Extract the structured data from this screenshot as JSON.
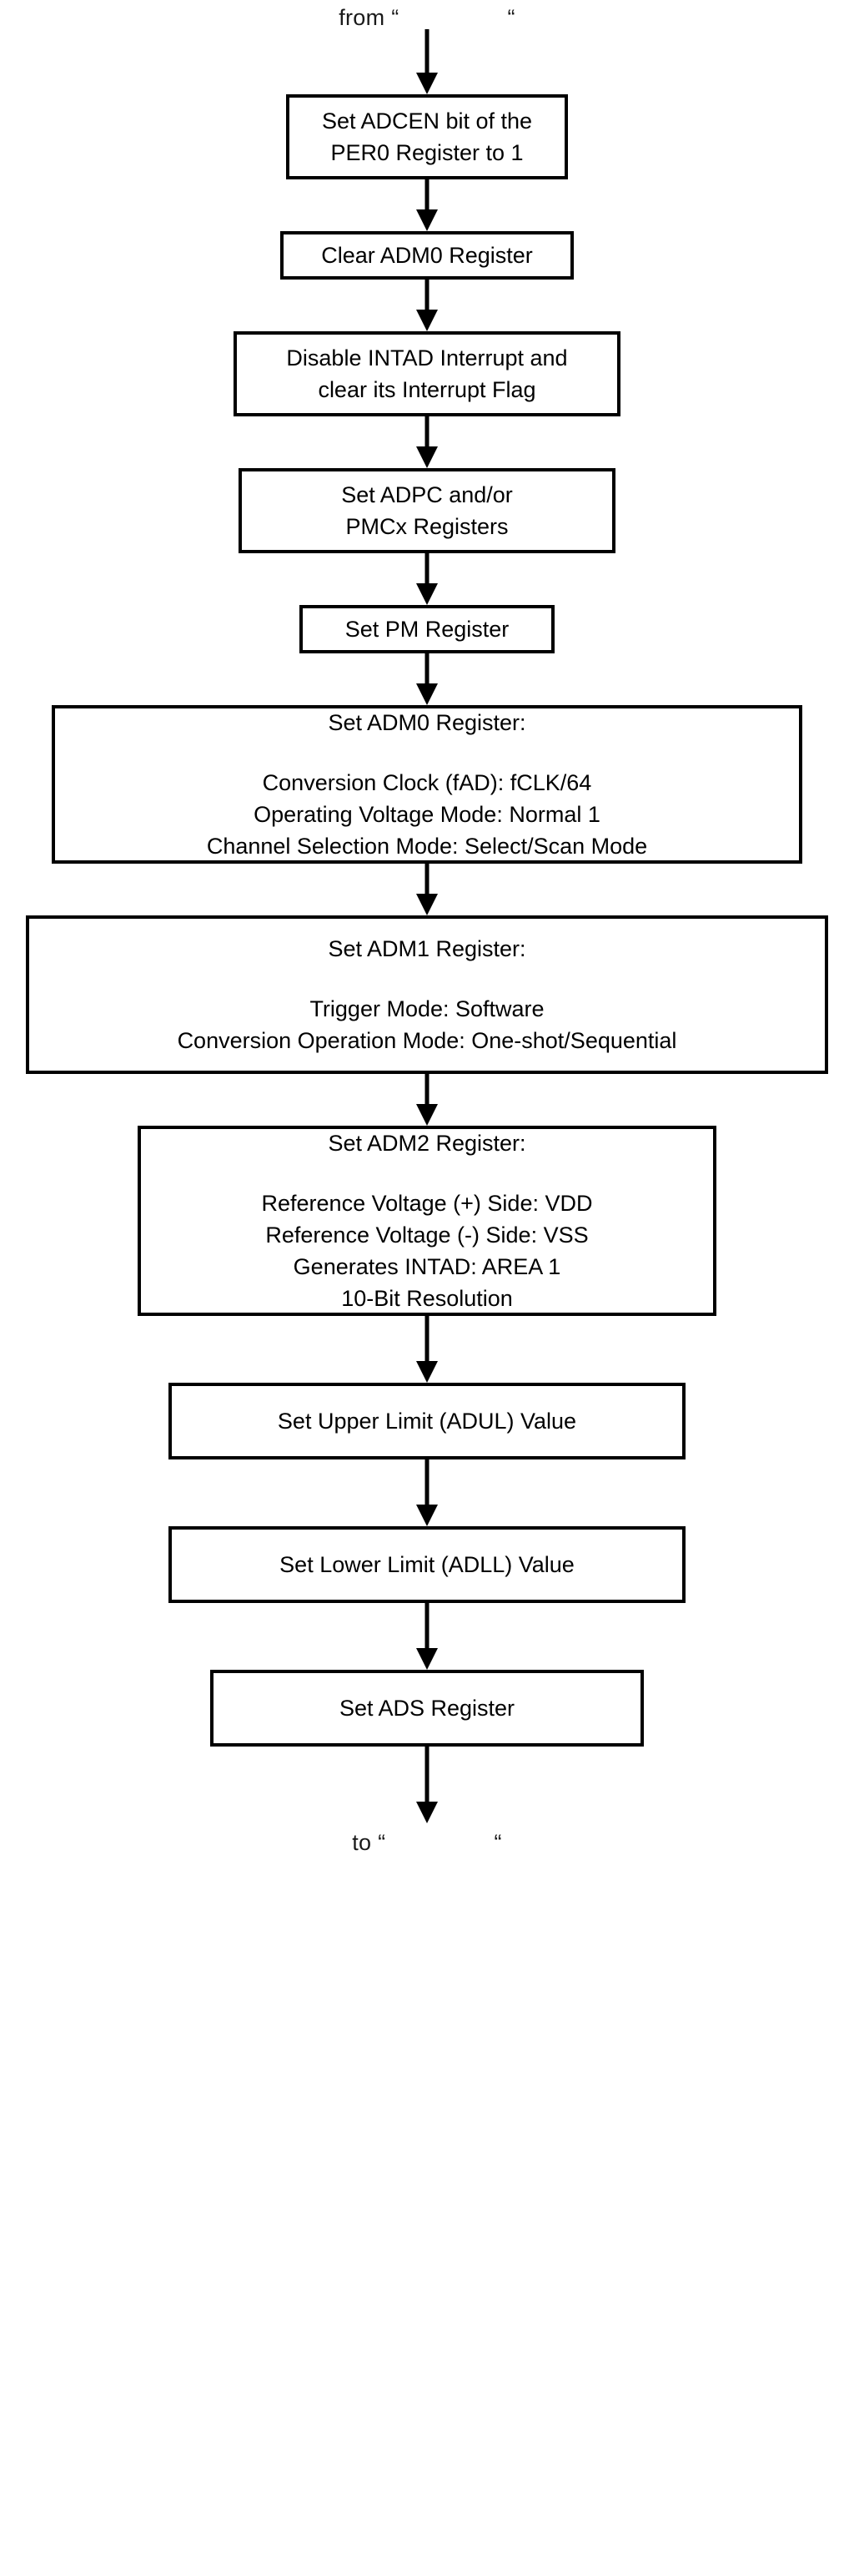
{
  "diagram": {
    "title": "A/D Converter Setup Procedure Flowchart",
    "orientation": "top-to-bottom",
    "accent_color": "#000000",
    "background_color": "#ffffff",
    "box_fill": "#ffffff",
    "box_border_color": "#000000"
  },
  "entry_label": {
    "prefix": "from",
    "open_quote": "“",
    "redacted_text": "",
    "close_quote": "“",
    "full": "from “          “"
  },
  "exit_label": {
    "prefix": "to",
    "open_quote": "“",
    "redacted_text": "",
    "close_quote": "“",
    "full": "to “          “"
  },
  "nodes": [
    {
      "id": "n1",
      "title": "",
      "lines": [
        "Set ADCEN bit of the",
        "PER0 Register to 1"
      ],
      "detail_lines": []
    },
    {
      "id": "n2",
      "title": "",
      "lines": [
        "Clear ADM0 Register"
      ],
      "detail_lines": []
    },
    {
      "id": "n3",
      "title": "",
      "lines": [
        "Disable INTAD Interrupt and",
        "clear its Interrupt Flag"
      ],
      "detail_lines": []
    },
    {
      "id": "n4",
      "title": "",
      "lines": [
        "Set ADPC and/or",
        "PMCx Registers"
      ],
      "detail_lines": []
    },
    {
      "id": "n5",
      "title": "",
      "lines": [
        "Set PM Register"
      ],
      "detail_lines": []
    },
    {
      "id": "n6",
      "title": "Set ADM0 Register:",
      "lines": [],
      "detail_lines": [
        "Conversion Clock (fAD): fCLK/64",
        "Operating Voltage Mode: Normal 1",
        "Channel Selection Mode: Select/Scan Mode"
      ]
    },
    {
      "id": "n7",
      "title": "Set ADM1 Register:",
      "lines": [],
      "detail_lines": [
        "Trigger Mode: Software",
        "Conversion Operation Mode: One-shot/Sequential"
      ]
    },
    {
      "id": "n8",
      "title": "Set ADM2 Register:",
      "lines": [],
      "detail_lines": [
        "Reference Voltage (+) Side: VDD",
        "Reference Voltage (-) Side: VSS",
        "Generates INTAD: AREA 1",
        "10-Bit Resolution"
      ]
    },
    {
      "id": "n9",
      "title": "",
      "lines": [
        "Set Upper Limit (ADUL) Value"
      ],
      "detail_lines": []
    },
    {
      "id": "n10",
      "title": "",
      "lines": [
        "Set Lower Limit (ADLL) Value"
      ],
      "detail_lines": []
    },
    {
      "id": "n11",
      "title": "",
      "lines": [
        "Set ADS Register"
      ],
      "detail_lines": []
    }
  ]
}
